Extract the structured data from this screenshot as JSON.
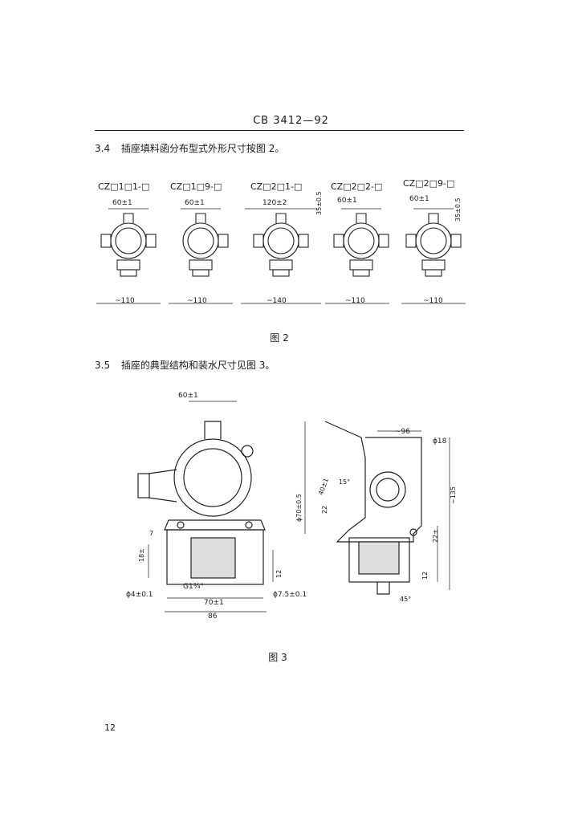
{
  "header": {
    "std_code": "CB 3412—92"
  },
  "sections": [
    {
      "number": "3.4",
      "text": "插座填料函分布型式外形尺寸按图 2。"
    },
    {
      "number": "3.5",
      "text": "插座的典型结构和装水尺寸见图 3。"
    }
  ],
  "figure2": {
    "caption": "图 2",
    "variants": [
      {
        "label": "CZ□1□1-□",
        "top_dim": "60±1",
        "bottom_dim": "~110"
      },
      {
        "label": "CZ□1□9-□",
        "top_dim": "60±1",
        "bottom_dim": "~110"
      },
      {
        "label": "CZ□2□1-□",
        "top_dim": "120±2",
        "bottom_dim": "~140"
      },
      {
        "label": "CZ□2□2-□",
        "top_dim": "60±1",
        "bottom_dim": "~110",
        "side_dim": "35±0.5"
      },
      {
        "label": "CZ□2□9-□",
        "top_dim": "60±1",
        "bottom_dim": "~110",
        "side_dim": "35±0.5"
      }
    ]
  },
  "figure3": {
    "caption": "图 3",
    "front": {
      "top": "60±1",
      "thread": "G1¾\"",
      "hole": "ϕ4±0.1",
      "width1": "70±1",
      "width2": "86",
      "h_left": "18±",
      "h_small": "7",
      "h_right": "12"
    },
    "side": {
      "height": "ϕ70±0.5",
      "dim1": "40±1",
      "dim2": "~96",
      "dia": "ϕ18",
      "angle": "15°",
      "side_dim": "~135",
      "dim3": "22",
      "dim4": "22±",
      "dim5": "12",
      "hole": "ϕ7.5±0.1",
      "angle2": "45°"
    }
  },
  "page_number": "12"
}
